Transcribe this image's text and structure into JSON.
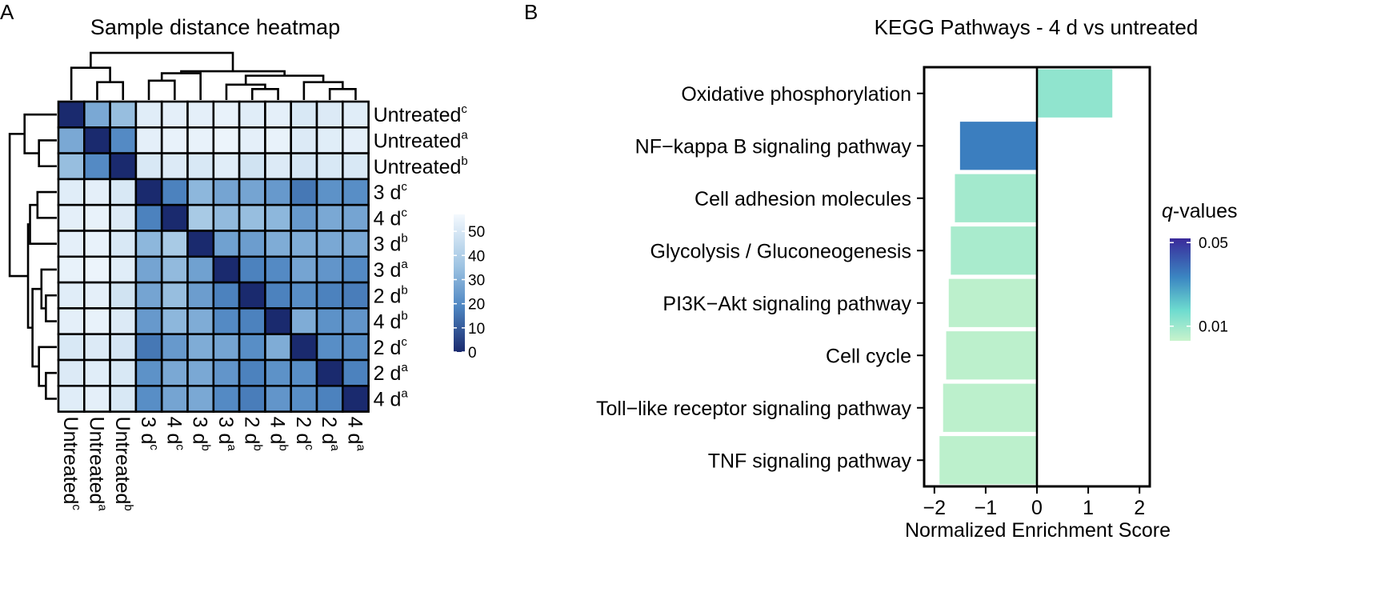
{
  "panels": {
    "a_label": "A",
    "b_label": "B"
  },
  "colors": {
    "heat_low": "#1a2a6e",
    "heat_mid": "#5b94c8",
    "heat_high": "#f4f9fe",
    "q_high": "#3a2a9a",
    "q_mid": "#4ccfc8",
    "q_low": "#c8f3cc"
  },
  "chart_data": [
    {
      "type": "heatmap",
      "title": "Sample distance heatmap",
      "rows": [
        {
          "base": "Untreated",
          "sup": "c"
        },
        {
          "base": "Untreated",
          "sup": "a"
        },
        {
          "base": "Untreated",
          "sup": "b"
        },
        {
          "base": "3 d",
          "sup": "c"
        },
        {
          "base": "4 d",
          "sup": "c"
        },
        {
          "base": "3 d",
          "sup": "b"
        },
        {
          "base": "3 d",
          "sup": "a"
        },
        {
          "base": "2 d",
          "sup": "b"
        },
        {
          "base": "4 d",
          "sup": "b"
        },
        {
          "base": "2 d",
          "sup": "c"
        },
        {
          "base": "2 d",
          "sup": "a"
        },
        {
          "base": "4 d",
          "sup": "a"
        }
      ],
      "columns": [
        {
          "base": "Untreated",
          "sup": "c"
        },
        {
          "base": "Untreated",
          "sup": "a"
        },
        {
          "base": "Untreated",
          "sup": "b"
        },
        {
          "base": "3 d",
          "sup": "c"
        },
        {
          "base": "4 d",
          "sup": "c"
        },
        {
          "base": "3 d",
          "sup": "b"
        },
        {
          "base": "3 d",
          "sup": "a"
        },
        {
          "base": "2 d",
          "sup": "b"
        },
        {
          "base": "4 d",
          "sup": "b"
        },
        {
          "base": "2 d",
          "sup": "c"
        },
        {
          "base": "2 d",
          "sup": "a"
        },
        {
          "base": "4 d",
          "sup": "a"
        }
      ],
      "values": [
        [
          0,
          28,
          34,
          52,
          53,
          53,
          54,
          52,
          53,
          50,
          51,
          52
        ],
        [
          28,
          0,
          20,
          53,
          54,
          54,
          55,
          53,
          54,
          51,
          52,
          53
        ],
        [
          34,
          20,
          0,
          50,
          51,
          50,
          52,
          48,
          51,
          49,
          50,
          50
        ],
        [
          52,
          53,
          50,
          0,
          18,
          32,
          27,
          27,
          24,
          16,
          22,
          21
        ],
        [
          53,
          54,
          51,
          18,
          0,
          38,
          33,
          34,
          32,
          24,
          28,
          27
        ],
        [
          53,
          54,
          50,
          32,
          38,
          0,
          26,
          25,
          29,
          29,
          28,
          28
        ],
        [
          54,
          55,
          52,
          27,
          33,
          26,
          0,
          18,
          20,
          27,
          23,
          20
        ],
        [
          52,
          53,
          48,
          27,
          34,
          25,
          18,
          0,
          18,
          21,
          18,
          17
        ],
        [
          53,
          54,
          51,
          24,
          32,
          29,
          20,
          18,
          0,
          29,
          22,
          23
        ],
        [
          50,
          51,
          49,
          16,
          24,
          29,
          27,
          21,
          29,
          0,
          21,
          21
        ],
        [
          51,
          52,
          50,
          22,
          28,
          28,
          23,
          18,
          22,
          21,
          0,
          18
        ],
        [
          52,
          53,
          50,
          21,
          27,
          28,
          20,
          17,
          23,
          21,
          18,
          0
        ]
      ],
      "legend": {
        "ticks": [
          "50",
          "40",
          "30",
          "20",
          "10",
          "0"
        ],
        "tick_values": [
          50,
          40,
          30,
          20,
          10,
          0
        ],
        "range": [
          0,
          57
        ]
      }
    },
    {
      "type": "bar",
      "orientation": "horizontal",
      "title": "KEGG Pathways - 4 d vs untreated",
      "xlabel": "Normalized Enrichment Score",
      "xlim": [
        -2.2,
        2.2
      ],
      "xticks": [
        -2,
        -1,
        0,
        1,
        2
      ],
      "xtick_labels": [
        "−2",
        "−1",
        "0",
        "1",
        "2"
      ],
      "categories": [
        "Oxidative phosphorylation",
        "NF−kappa B signaling pathway",
        "Cell adhesion molecules",
        "Glycolysis / Gluconeogenesis",
        "PI3K−Akt signaling pathway",
        "Cell cycle",
        "Toll−like receptor signaling pathway",
        "TNF signaling pathway"
      ],
      "values": [
        1.47,
        -1.5,
        -1.6,
        -1.68,
        -1.72,
        -1.77,
        -1.83,
        -1.9
      ],
      "q_values": [
        0.012,
        0.035,
        0.009,
        0.008,
        0.005,
        0.005,
        0.005,
        0.005
      ],
      "legend": {
        "title_italic": "q",
        "title_rest": "-values",
        "ticks": [
          "0.05",
          "0.01"
        ],
        "tick_values": [
          0.05,
          0.01
        ],
        "range": [
          0.003,
          0.052
        ]
      }
    }
  ]
}
